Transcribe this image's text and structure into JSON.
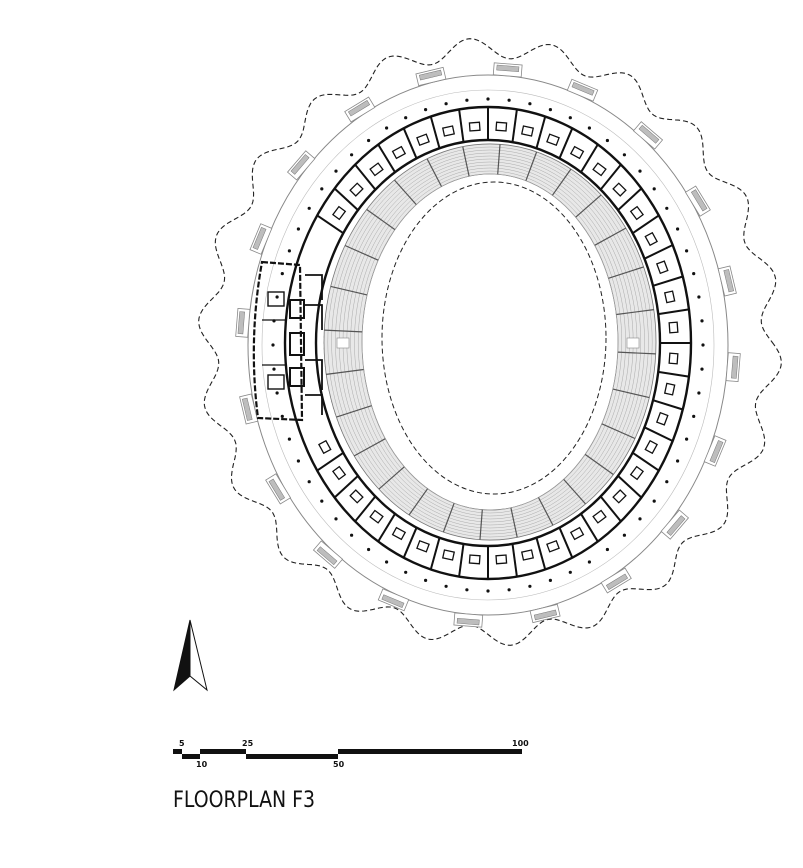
{
  "drawing": {
    "title": "FLOORPLAN F3",
    "type": "architectural floor plan",
    "subject": "oval stadium / arena, third floor level",
    "colors": {
      "background": "#ffffff",
      "walls": "#111111",
      "thin_lines": "#555555",
      "seating_fill": "#e4e4e4",
      "seating_lines": "#9a9a9a",
      "stair_fill": "#bdbdbd",
      "dashed_outline": "#222222"
    }
  },
  "plan": {
    "outer_canopy": "wavy dashed outline (scalloped perimeter)",
    "facade_ring": "outer circulation ring with columns and stair cores",
    "room_ring": "ring of rooms / skyboxes",
    "seating_bowl": "tiered seating bowl with radial aisles",
    "field": "oval field with dashed boundary",
    "west_block": "larger administrative block on west side"
  },
  "north_arrow": {
    "icon": "north-arrow-icon",
    "label": ""
  },
  "scale_bar": {
    "top_labels": [
      "5",
      "25",
      "100"
    ],
    "bottom_labels": [
      "10",
      "50"
    ],
    "unit": "m"
  }
}
